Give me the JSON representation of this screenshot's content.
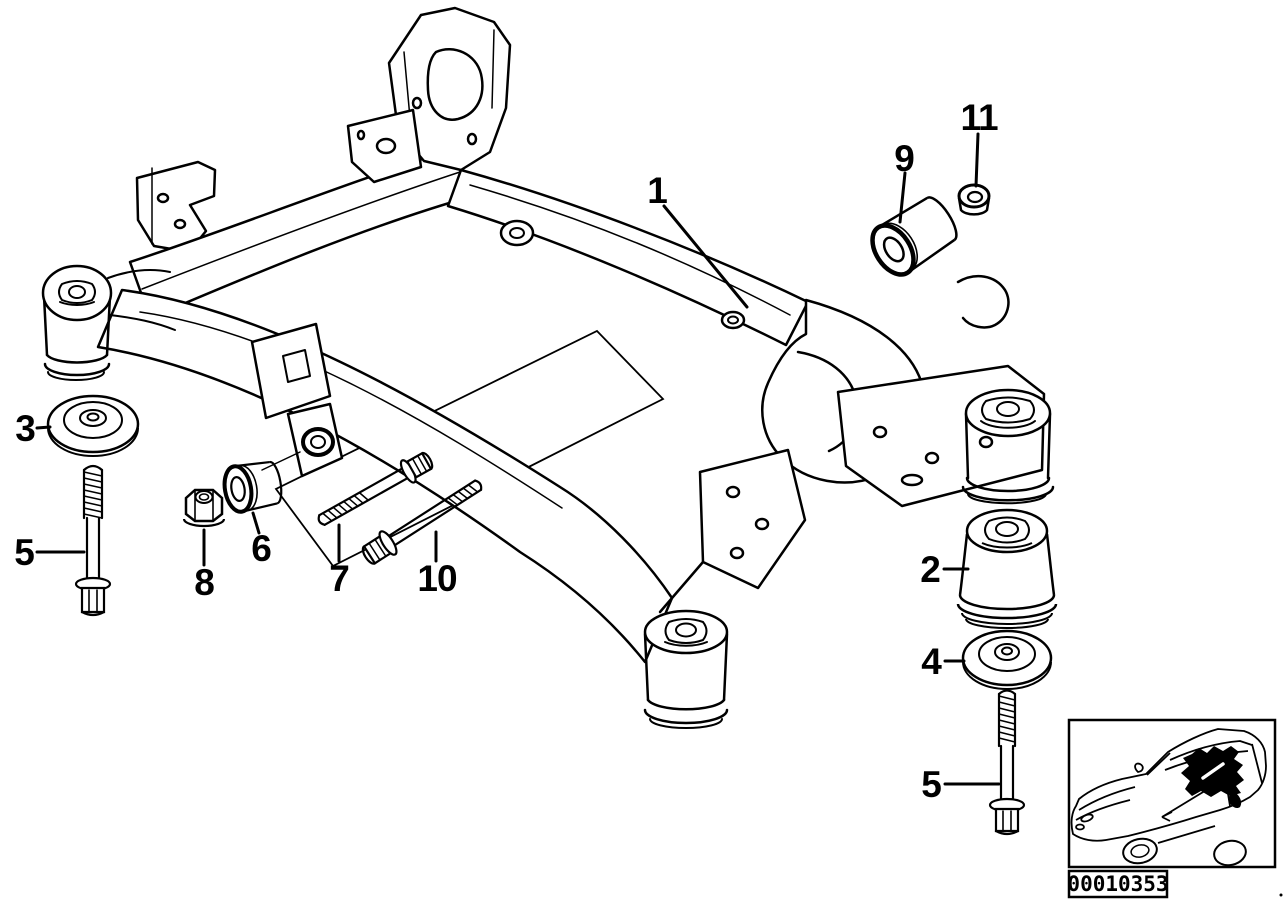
{
  "diagram": {
    "colors": {
      "line": "#000000",
      "background": "#ffffff"
    },
    "callouts": [
      {
        "label": "1"
      },
      {
        "label": "9"
      },
      {
        "label": "11"
      },
      {
        "label": "3"
      },
      {
        "label": "5"
      },
      {
        "label": "8"
      },
      {
        "label": "6"
      },
      {
        "label": "7"
      },
      {
        "label": "10"
      },
      {
        "label": "2"
      },
      {
        "label": "4"
      },
      {
        "label": "5"
      }
    ],
    "inset": {
      "plate_number": "00010353"
    }
  }
}
